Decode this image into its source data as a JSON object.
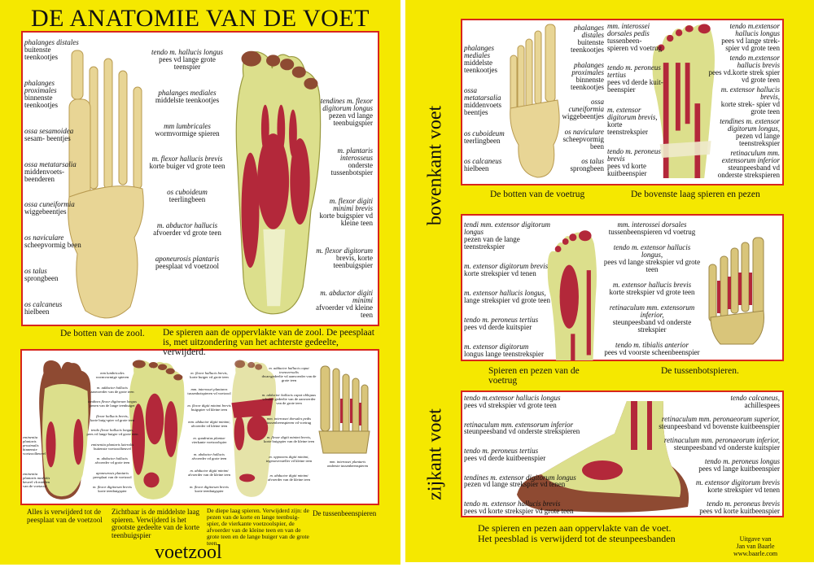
{
  "title": "DE ANATOMIE VAN DE VOET",
  "sections": {
    "voetzool": "voetzool",
    "bovenkant": "bovenkant voet",
    "zijkant": "zijkant voet"
  },
  "colors": {
    "background": "#f5e800",
    "panel_border": "#d8261c",
    "bone": "#e8d595",
    "muscle": "#b3283a",
    "tendon": "#dcdf8c",
    "skin": "#8e4a32"
  },
  "panels": [
    {
      "captions": [
        "De botten van de zool.",
        "De spieren aan de oppervlakte van de zool.  De  peesplaat is,  met uitzondering  van het achterste gedeelte, verwijderd."
      ],
      "labels": [
        {
          "latin": "phalanges distales",
          "dutch": "buitenste teenkootjes"
        },
        {
          "latin": "phalanges proximales",
          "dutch": "binnenste teenkootjes"
        },
        {
          "latin": "ossa sesamoidea",
          "dutch": "sesam- beentjes"
        },
        {
          "latin": "ossa metatarsalia",
          "dutch": "middenvoets- beenderen"
        },
        {
          "latin": "ossa cuneiformia",
          "dutch": "wiggebeentjes"
        },
        {
          "latin": "os naviculare",
          "dutch": "scheepvormig been"
        },
        {
          "latin": "os talus",
          "dutch": "sprongbeen"
        },
        {
          "latin": "os calcaneus",
          "dutch": "hielbeen"
        },
        {
          "latin": "tendo m. hallucis longus",
          "dutch": "pees vd lange grote teenspier"
        },
        {
          "latin": "phalanges mediales",
          "dutch": "middelste teenkootjes"
        },
        {
          "latin": "mm lumbricales",
          "dutch": "wormvormige spieren"
        },
        {
          "latin": "m. flexor hallucis brevis",
          "dutch": "korte buiger vd grote teen"
        },
        {
          "latin": "os cuboideum",
          "dutch": "teerlingbeen"
        },
        {
          "latin": "m. abductor hallucis",
          "dutch": "afvoerder vd grote teen"
        },
        {
          "latin": "aponeurosis plantaris",
          "dutch": "peesplaat vd voetzool"
        },
        {
          "latin": "tendines m. flexor digitorum longus",
          "dutch": "pezen vd lange teenbuigspier"
        },
        {
          "latin": "m. plantaris interosseus",
          "dutch": "onderste tussenbotspier"
        },
        {
          "latin": "m. flexor digiti minimi brevis",
          "dutch": "korte buigspier vd kleine teen"
        },
        {
          "latin": "m. flexor digitorum",
          "dutch": "brevis, korte teenbuigspier"
        },
        {
          "latin": "m. abductor digiti minimi",
          "dutch": "afvoerder vd kleine teen"
        }
      ]
    },
    {
      "captions": [
        "Alles is verwijderd tot de peesplaat van de voetzool",
        "Zichtbaar is de middelste laag spieren. Verwijderd is het grootste gedeelte van de korte teenbuigspier",
        "De diepe laag spieren. Verwijderd zijn: de pezen van de korte en lange teenbuig-spier, de vierkante voetzoolspier, de afvoerder van de kleine teen en van de grote teen en de lange buiger van de grote teen",
        "De tussenbeenspieren"
      ],
      "labels": [
        {
          "latin": "eminentia plantaris proximalis",
          "dutch": "binnenste voetzoolheuvel"
        },
        {
          "latin": "eminentia plantaris medialis",
          "dutch": "heuvel vh midden van de voetzool"
        },
        {
          "latin": "mm lumbricales",
          "dutch": "wormvormige spieren"
        },
        {
          "latin": "m. adductor hallucis",
          "dutch": "aanvoerder van de grote teen"
        },
        {
          "latin": "tendines flexor digitorum longus",
          "dutch": "pezen van de lange teenbuiger"
        },
        {
          "latin": "flexor hallucis brevis,",
          "dutch": "korte buig-spier vd grote teen"
        },
        {
          "latin": "tendo flexor hallucis longus,",
          "dutch": "pees vd lange buiger vd grote teen"
        },
        {
          "latin": "eminentia plantaris lateralis",
          "dutch": "buitenste voetzoolheuvel"
        },
        {
          "latin": "m. abductor hallucis",
          "dutch": "afvoerder vd grote teen"
        },
        {
          "latin": "aponeurosis plantaris",
          "dutch": "peesplaat van de voetzool"
        },
        {
          "latin": "m. flexor digitorum brevis",
          "dutch": "korte teenbuigspier"
        },
        {
          "latin": "m. flexor hallucis brevis,",
          "dutch": "korte buiger vd grote teen"
        },
        {
          "latin": "mm. interossei plantares",
          "dutch": "tussenbotspieren vd voetzool"
        },
        {
          "latin": "m. flexor digiti minimi brevis",
          "dutch": "buigspier vd kleine teen"
        },
        {
          "latin": "mm. abductor digiti minimi,",
          "dutch": "afvoerder vd kleine teen"
        },
        {
          "latin": "m. quadratus plantae",
          "dutch": "vierkante voetzoolspier"
        },
        {
          "latin": "m. abductor hallucis",
          "dutch": "afvoerder vd grote teen"
        },
        {
          "latin": "m. abductor digiti minimi",
          "dutch": "afvoerder van de kleine teen"
        },
        {
          "latin": "m. flexor digitorum brevis",
          "dutch": "korte teenbuigspier"
        },
        {
          "latin": "m. adductor hallucis caput transversalis",
          "dutch": "dwarsgedeelte vd aanvoerder van de grote teen"
        },
        {
          "latin": "m. adductor hallucis caput obliquus",
          "dutch": "schuine gedeelte van de aanvoerder van de grote teen"
        },
        {
          "latin": "mm. interossei dorsales pedis",
          "dutch": "tussenbeenspieren vd voetrug"
        },
        {
          "latin": "m. flexor digiti minimi brevis,",
          "dutch": "korte buigspier van de kleine teen"
        },
        {
          "latin": "m. opponens digiti minimi,",
          "dutch": "tegenoversteller vd kleine teen"
        },
        {
          "latin": "m. abductor digiti minimi",
          "dutch": "afvoerder van de kleine teen"
        },
        {
          "latin": "mm. interossei plantaris",
          "dutch": "onderste tussenbeenspieren"
        }
      ]
    },
    {
      "captions": [
        "De botten van de voetrug",
        "De bovenste laag spieren en pezen"
      ],
      "labels": [
        {
          "latin": "phalanges mediales",
          "dutch": "middelste teenkootjes"
        },
        {
          "latin": "ossa metatarsalia",
          "dutch": "middenvoets beentjes"
        },
        {
          "latin": "os cuboideum",
          "dutch": "teerlingbeen"
        },
        {
          "latin": "os calcaneus",
          "dutch": "hielbeen"
        },
        {
          "latin": "phalanges distales",
          "dutch": "buitenste teenkootjes"
        },
        {
          "latin": "phalanges proximales",
          "dutch": "binnenste teenkootjes"
        },
        {
          "latin": "ossa cuneiformia",
          "dutch": "wiggebeentjes"
        },
        {
          "latin": "os naviculare",
          "dutch": "scheepvormig been"
        },
        {
          "latin": "os talus",
          "dutch": "sprongbeen"
        },
        {
          "latin": "mm. interossei dorsales pedis",
          "dutch": "tussenbeen- spieren vd voetrug"
        },
        {
          "latin": "tendo m. peroneus tertius",
          "dutch": "pees vd derde kuit- beenspier"
        },
        {
          "latin": "m. extensor digitorum brevis,",
          "dutch": "korte teenstrekspier"
        },
        {
          "latin": "tendo m. peroneus brevis",
          "dutch": "pees vd korte kuitbeenspier"
        },
        {
          "latin": "tendo m.extensor hallucis longus",
          "dutch": "pees vd lange strek- spier vd grote teen"
        },
        {
          "latin": "tendo m.extensor hallucis brevis",
          "dutch": "pees vd.korte strek spier vd grote teen"
        },
        {
          "latin": "m. extensor hallucis brevis,",
          "dutch": "korte strek- spier vd grote teen"
        },
        {
          "latin": "tendines m. extensor digitorum longus,",
          "dutch": "pezen vd lange teenstrekspier"
        },
        {
          "latin": "retinaculum mm. extensorum inferior",
          "dutch": "steunpeesband vd onderste strekspieren"
        }
      ]
    },
    {
      "captions": [
        "Spieren en pezen van de voetrug",
        "De tussenbotspieren."
      ],
      "labels": [
        {
          "latin": "tendi mm. extensor digitorum longus",
          "dutch": "pezen van de lange teenstrekspier"
        },
        {
          "latin": "m. extensor digitorum brevis",
          "dutch": "korte strekspier vd tenen"
        },
        {
          "latin": "m. extensor hallucis longus,",
          "dutch": "lange strekspier vd grote teen"
        },
        {
          "latin": "tendo m. peroneus tertius",
          "dutch": "pees vd derde kuitspier"
        },
        {
          "latin": "m. extensor digitorum",
          "dutch": "longus lange teenstrekspier"
        },
        {
          "latin": "mm. interossei dorsales",
          "dutch": "tussenbeenspieren vd voetrug"
        },
        {
          "latin": "tendo m. extensor  hallucis longus,",
          "dutch": "pees vd lange strekspier vd grote teen"
        },
        {
          "latin": "m. extensor hallucis brevis",
          "dutch": "korte strekspier vd grote teen"
        },
        {
          "latin": "retinaculum  mm. extensorum inferior,",
          "dutch": "steunpeesband vd onderste strekspier"
        },
        {
          "latin": "tendo m. tibialis anterior",
          "dutch": "pees vd voorste scheenbeenspier"
        }
      ]
    },
    {
      "captions": [
        "De spieren en pezen aan oppervlakte van de voet.",
        "Het peesblad is verwijderd tot de steunpeesbanden"
      ],
      "labels": [
        {
          "latin": "tendo m.extensor hallucis longus",
          "dutch": "pees vd strekspier vd grote teen"
        },
        {
          "latin": "retinaculum mm. extensorum inferior",
          "dutch": "steunpeesband vd onderste strekspieren"
        },
        {
          "latin": "tendo m. peroneus tertius",
          "dutch": "pees vd derde kuitbeenspier"
        },
        {
          "latin": "tendines m.  extensor digitorum longus",
          "dutch": "pezen vd lange strekspier vd tenen"
        },
        {
          "latin": "tendo m. extensor hallucis brevis",
          "dutch": "pees  vd korte strekspier vd grote teen"
        },
        {
          "latin": "tendo calcaneus,",
          "dutch": "achillespees"
        },
        {
          "latin": "retinaculum mm. peronaeorum superior,",
          "dutch": "steunpeesband vd bovenste kuitbeenspier"
        },
        {
          "latin": "retinaculum mm. peronaeorum inferior,",
          "dutch": "steunpeesband vd onderste kuitspier"
        },
        {
          "latin": "tendo m. peroneus longus",
          "dutch": "pees vd lange kuitbeenspier"
        },
        {
          "latin": "m. extensor digitorum brevis",
          "dutch": "korte strekspier vd tenen"
        },
        {
          "latin": "tendo  m. peroneus brevis",
          "dutch": "pees vd korte kuitbeenspier"
        }
      ]
    }
  ],
  "publisher": {
    "line1": "Uitgave van",
    "line2": "Jan van Baarle",
    "line3": "www.baarle.com"
  }
}
